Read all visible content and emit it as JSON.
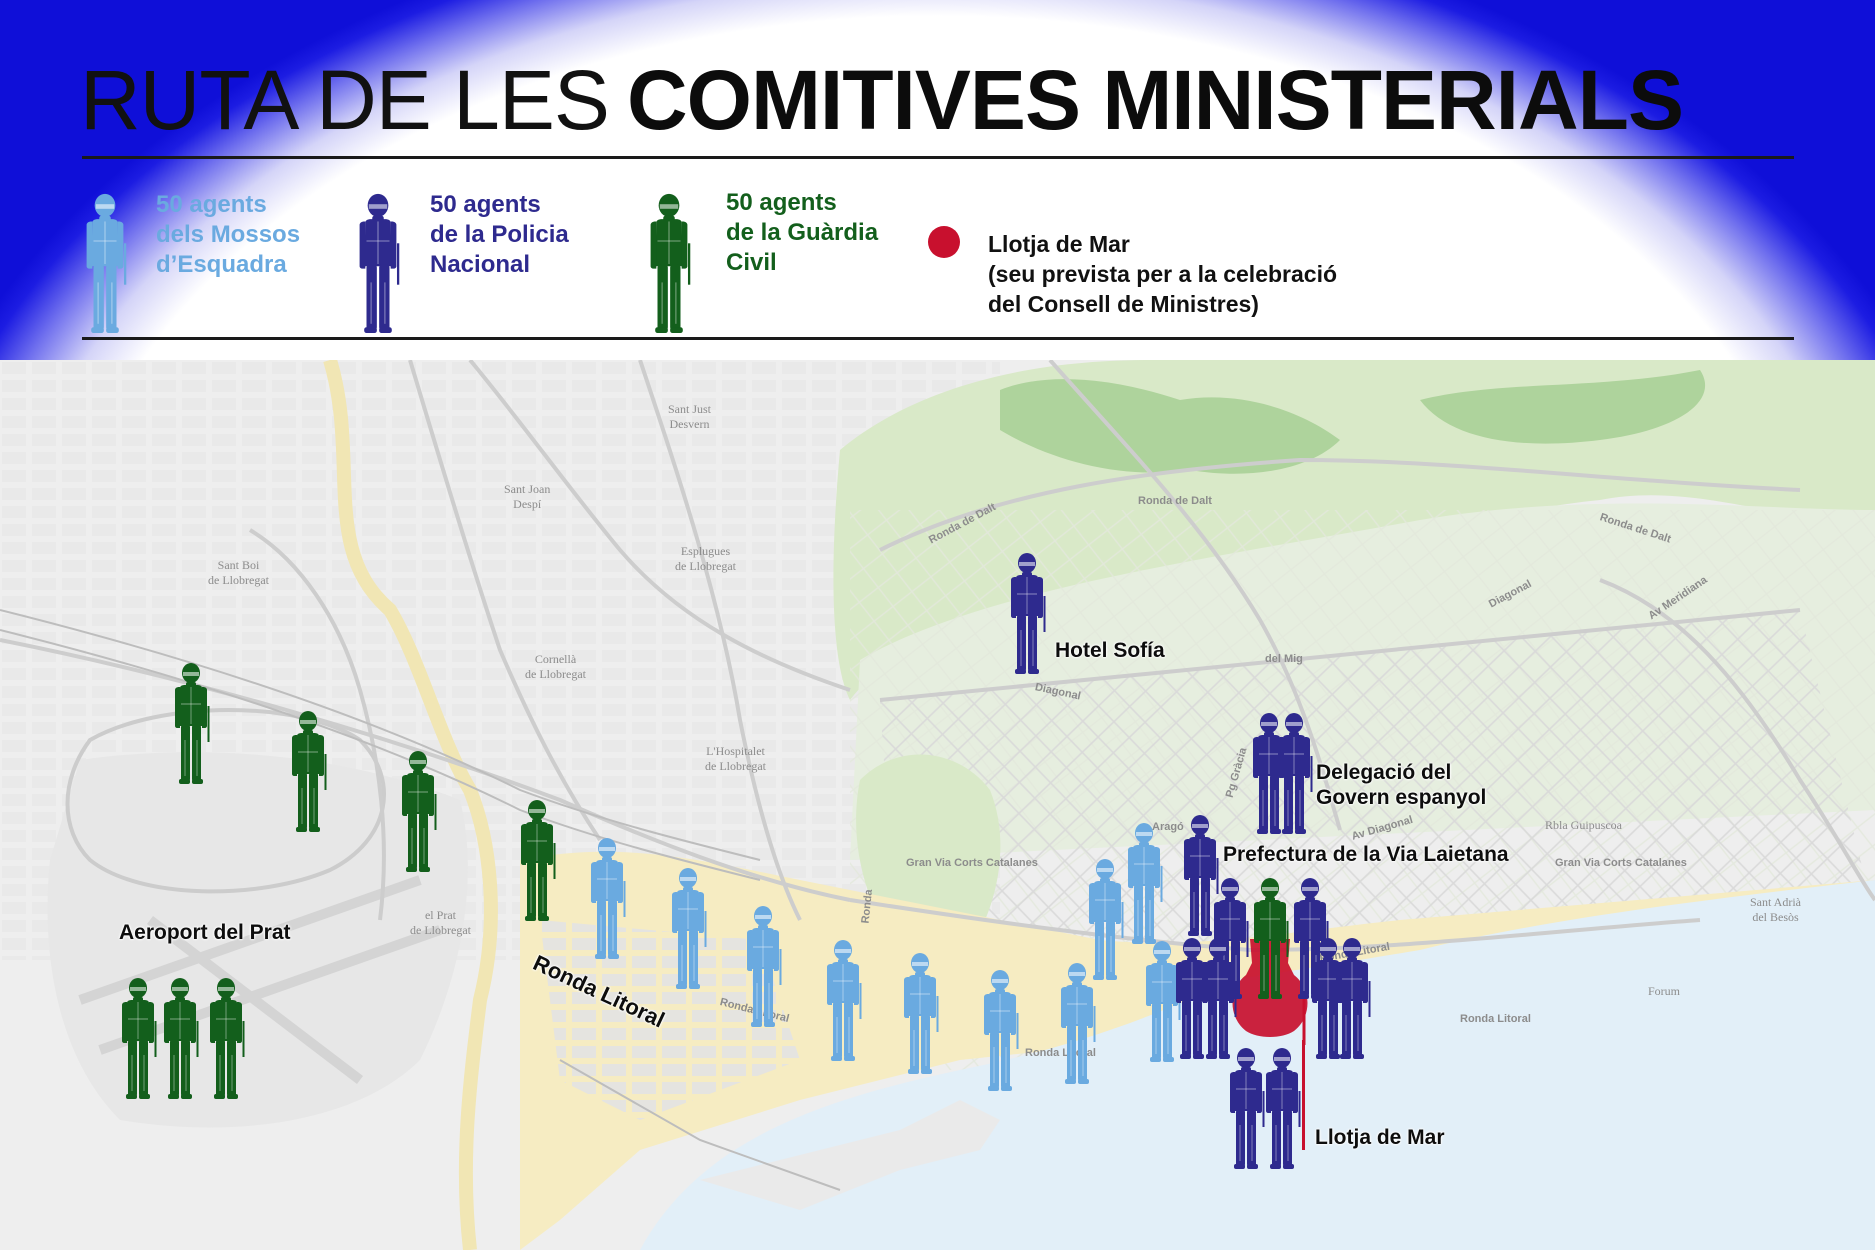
{
  "title": {
    "light": "RUTA DE LES",
    "bold": "COMITIVES MINISTERIALS"
  },
  "colors": {
    "mossos": "#6aaae0",
    "policia": "#2e2a8e",
    "guardia": "#135f1c",
    "llotja": "#c8102e",
    "water": "#e2eff8",
    "green_area": "#d9e9c8",
    "dense_green": "#aed39c",
    "sand": "#f6ecc2",
    "land": "#eeeeee",
    "road": "#ffffff"
  },
  "legend": {
    "mossos": {
      "icon": "mossos-agent-icon",
      "text": "50 agents\ndels Mossos\nd’Esquadra"
    },
    "policia": {
      "icon": "policia-agent-icon",
      "text": "50 agents\nde la Policia\nNacional"
    },
    "guardia": {
      "icon": "guardia-agent-icon",
      "text": "50 agents\nde la Guàrdia\nCivil"
    },
    "llotja": {
      "icon": "llotja-marker-icon",
      "text": "Llotja de Mar\n(seu prevista per a la celebració\ndel Consell de Ministres)"
    }
  },
  "map": {
    "labels": {
      "hotel": "Hotel Sofía",
      "delegacio": "Delegació del\nGovern espanyol",
      "prefectura": "Prefectura de la Via Laietana",
      "aeroport": "Aeroport del Prat",
      "ronda": "Ronda Litoral",
      "llotja": "Llotja de Mar"
    },
    "places": [
      "Sant Just\nDesvern",
      "Sant Joan\nDespí",
      "Sant Boi\nde Llobregat",
      "Esplugues\nde Llobregat",
      "Cornellà\nde Llobregat",
      "L'Hospitalet\nde Llobregat",
      "el Prat\nde Llobregat",
      "Sant Adrià\ndel Besòs",
      "Forum",
      "Rbla Guipuscoa"
    ],
    "roads": [
      "Ronda de Dalt",
      "Ronda de Dalt",
      "Ronda de Dalt",
      "Av Meridiana",
      "Diagonal",
      "Gran Via Corts Catalanes",
      "Gran Via Corts Catalanes",
      "Ronda Litoral",
      "Ronda Litoral",
      "Ronda Litoral",
      "Ronda Litoral",
      "del Mig",
      "Pg Gràcia",
      "Aragó",
      "Av Diagonal",
      "Ronda",
      "Diagonal"
    ]
  }
}
